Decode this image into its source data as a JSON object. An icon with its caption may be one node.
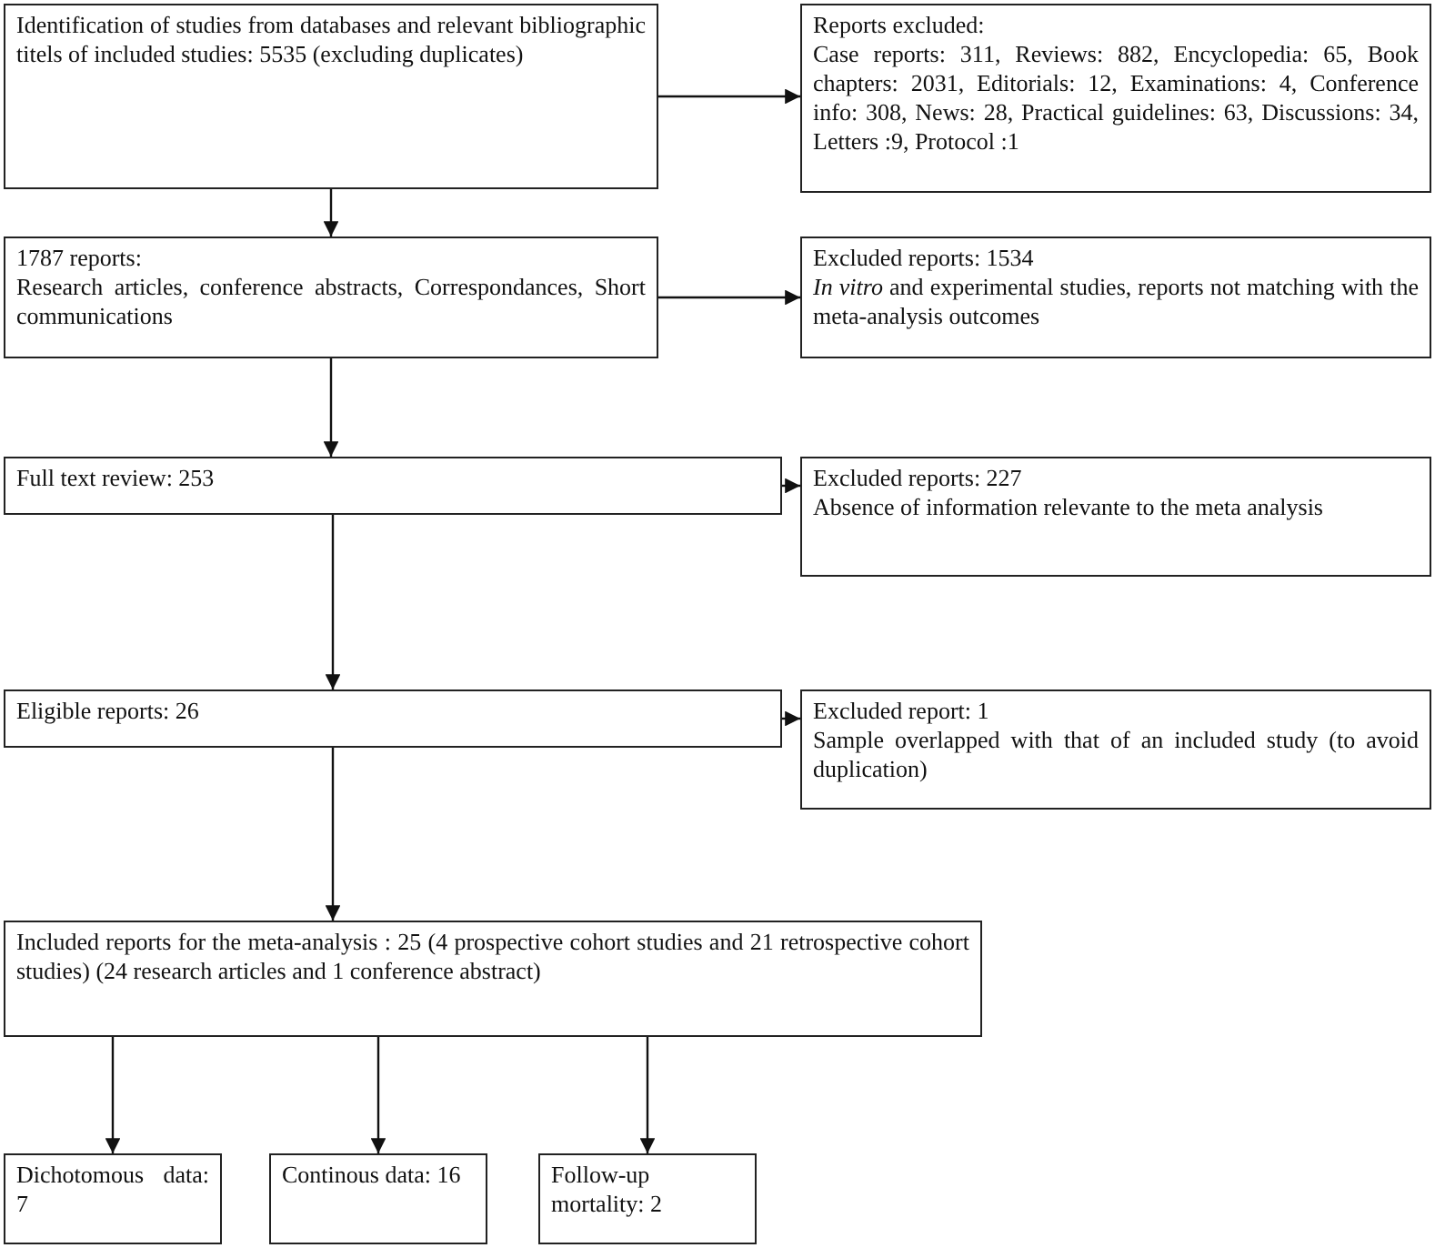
{
  "diagram": {
    "nodes": [
      {
        "text": [
          "Identification of studies from databases and relevant bibliographic titels of included studies: 5535 (excluding duplicates)"
        ]
      },
      {
        "text": [
          "Reports excluded:",
          "Case reports: 311, Reviews: 882, Encyclopedia: 65, Book chapters: 2031, Editorials: 12, Examinations: 4, Conference info: 308, News: 28, Practical guidelines: 63, Discussions: 34, Letters :9, Protocol :1"
        ]
      },
      {
        "text": [
          "1787 reports:",
          "Research articles, conference abstracts, Correspondances, Short communications"
        ]
      },
      {
        "text": [
          "Excluded reports: 1534",
          "*In vitro* and experimental studies, reports not matching with the meta-analysis outcomes"
        ]
      },
      {
        "text": [
          "Full text review: 253"
        ]
      },
      {
        "text": [
          "Excluded reports: 227",
          "Absence of information relevante to the meta analysis"
        ]
      },
      {
        "text": [
          "Eligible reports: 26"
        ]
      },
      {
        "text": [
          "Excluded report: 1",
          "Sample overlapped with that of an included study (to avoid duplication)"
        ]
      },
      {
        "text": [
          "Included reports for the meta-analysis : 25 (4 prospective cohort studies and 21 retrospective cohort studies) (24 research articles and 1 conference abstract)"
        ]
      },
      {
        "text": [
          "Dichotomous data: 7"
        ]
      },
      {
        "text": [
          "Continous data: 16"
        ]
      },
      {
        "text": [
          "Follow-up mortality: 2"
        ]
      }
    ],
    "edges": [
      {
        "from": 0,
        "to": 1,
        "arrow": "to"
      },
      {
        "from": 0,
        "to": 2,
        "arrow": "to"
      },
      {
        "from": 2,
        "to": 3,
        "arrow": "to"
      },
      {
        "from": 2,
        "to": 4,
        "arrow": "to"
      },
      {
        "from": 4,
        "to": 5,
        "arrow": "to"
      },
      {
        "from": 4,
        "to": 6,
        "arrow": "to"
      },
      {
        "from": 6,
        "to": 7,
        "arrow": "to"
      },
      {
        "from": 6,
        "to": 8,
        "arrow": "to"
      },
      {
        "from": 8,
        "to": 9,
        "arrow": "to"
      },
      {
        "from": 8,
        "to": 10,
        "arrow": "to"
      },
      {
        "from": 8,
        "to": 11,
        "arrow": "to"
      }
    ]
  }
}
